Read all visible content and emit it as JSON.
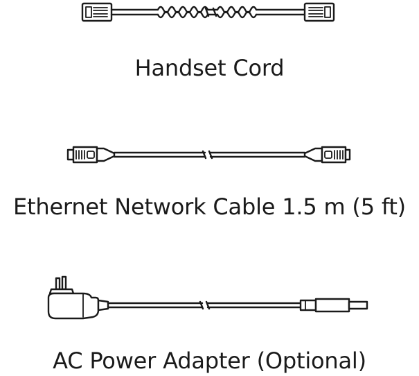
{
  "items": [
    {
      "label": "Handset Cord",
      "icon": "handset-cord-icon"
    },
    {
      "label": "Ethernet Network Cable 1.5 m (5 ft)",
      "icon": "ethernet-cable-icon"
    },
    {
      "label": "AC Power Adapter (Optional)",
      "icon": "ac-power-adapter-icon"
    }
  ]
}
